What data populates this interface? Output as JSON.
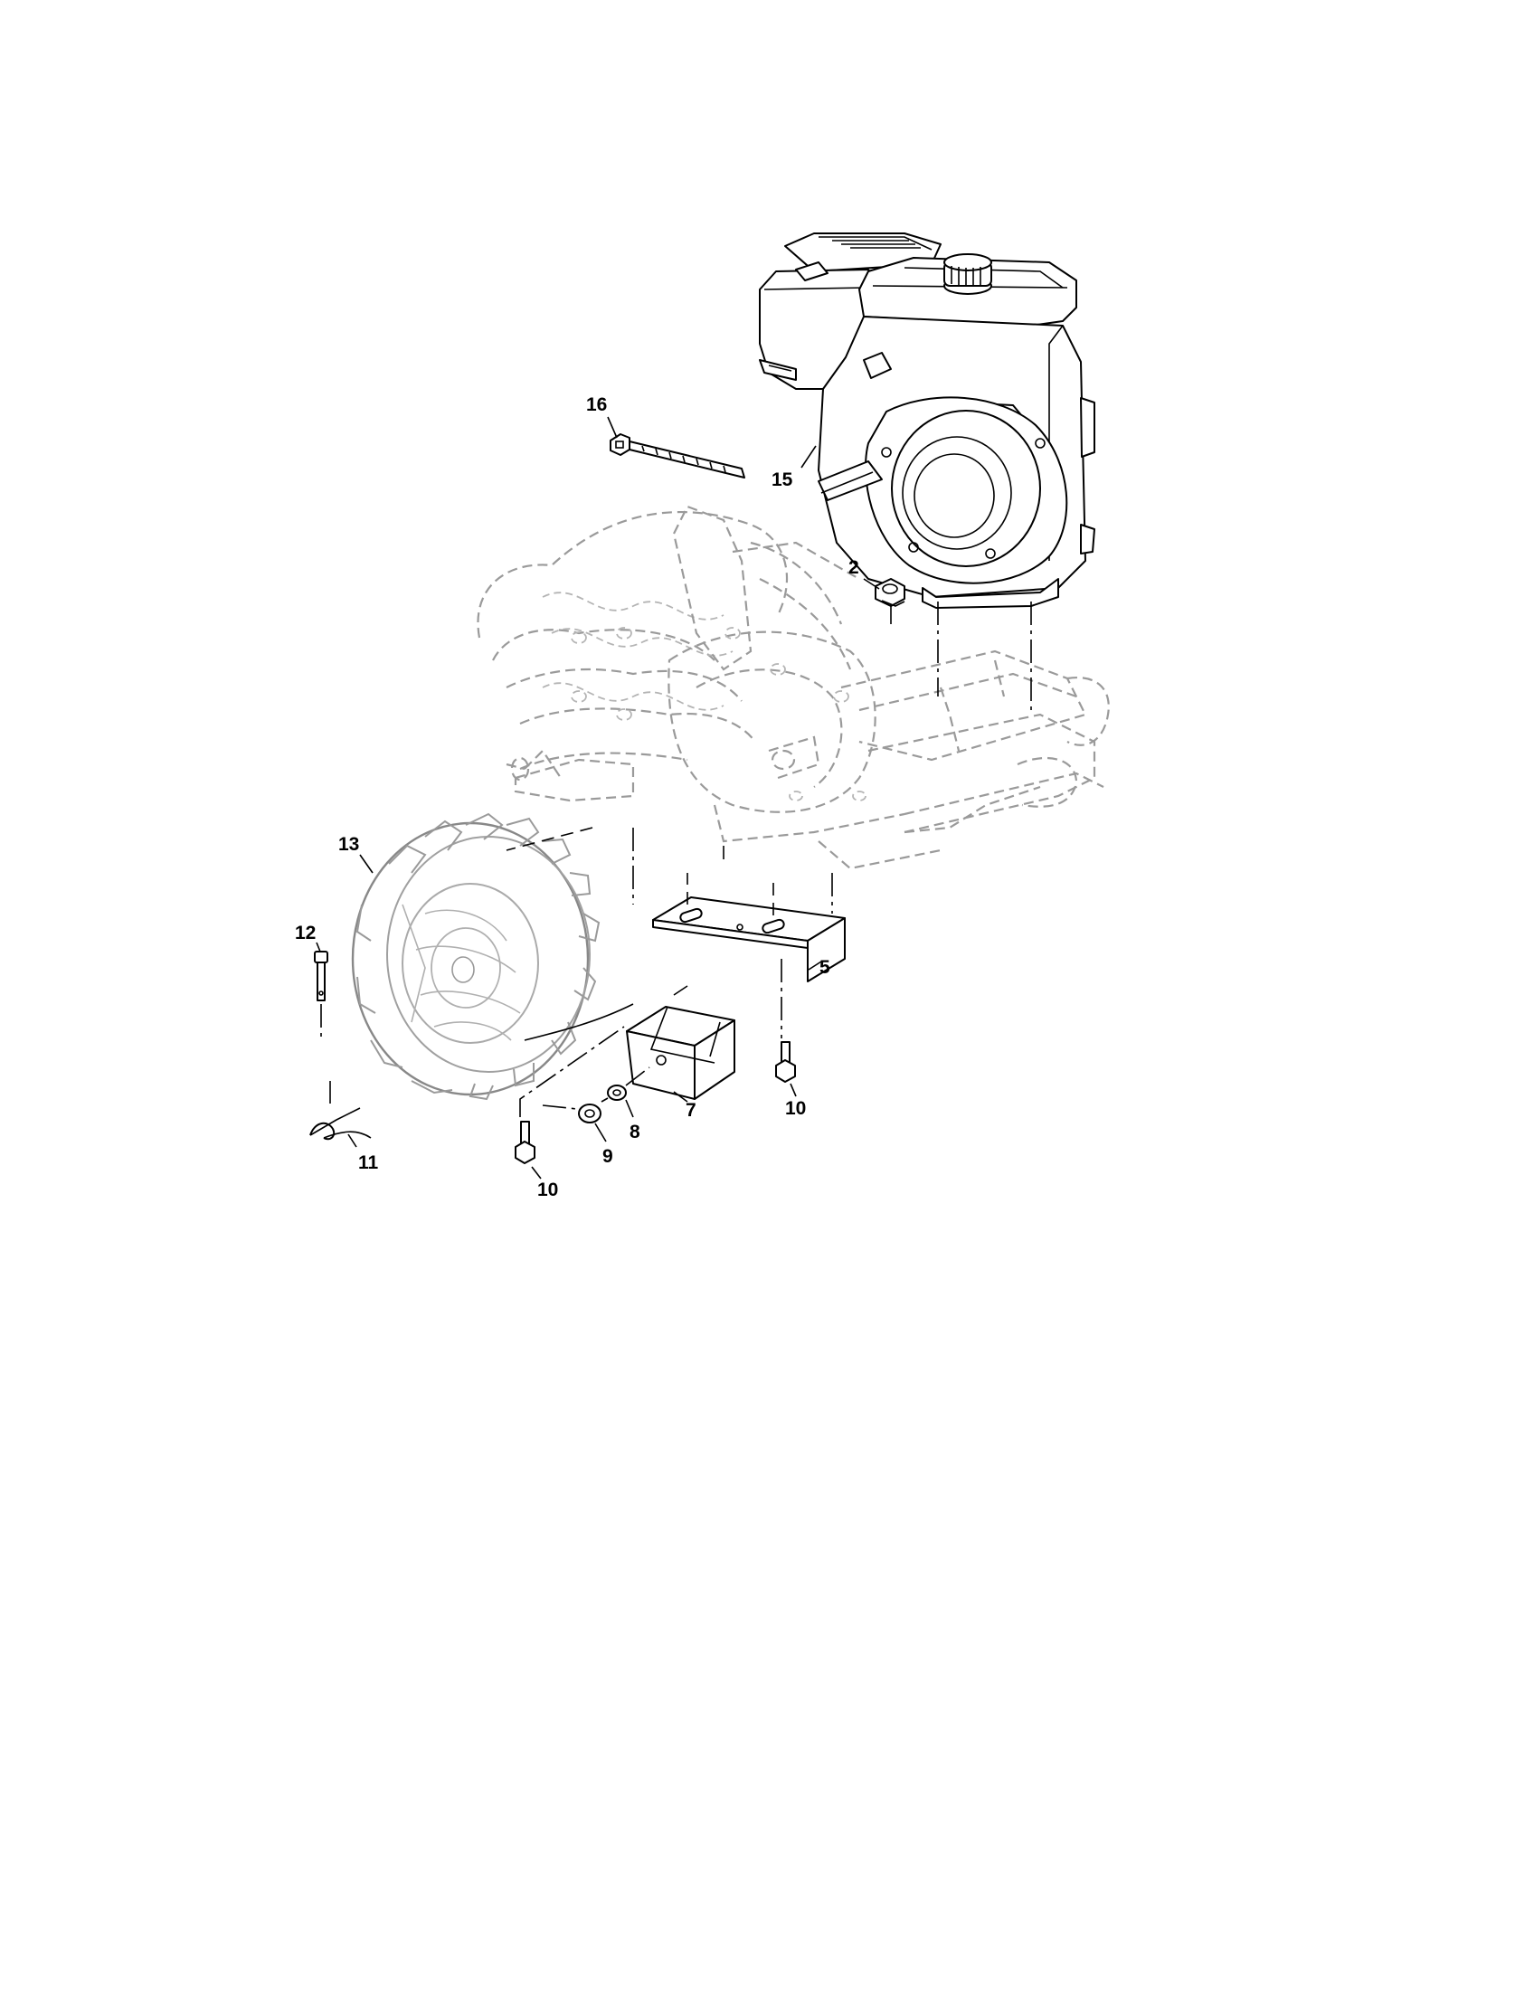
{
  "callouts": [
    {
      "id": "c16",
      "text": "16"
    },
    {
      "id": "c15",
      "text": "15"
    },
    {
      "id": "c2",
      "text": "2"
    },
    {
      "id": "c13",
      "text": "13"
    },
    {
      "id": "c12",
      "text": "12"
    },
    {
      "id": "c5",
      "text": "5"
    },
    {
      "id": "c7",
      "text": "7"
    },
    {
      "id": "c10a",
      "text": "10"
    },
    {
      "id": "c10b",
      "text": "10"
    },
    {
      "id": "c8",
      "text": "8"
    },
    {
      "id": "c9",
      "text": "9"
    },
    {
      "id": "c11",
      "text": "11"
    }
  ]
}
